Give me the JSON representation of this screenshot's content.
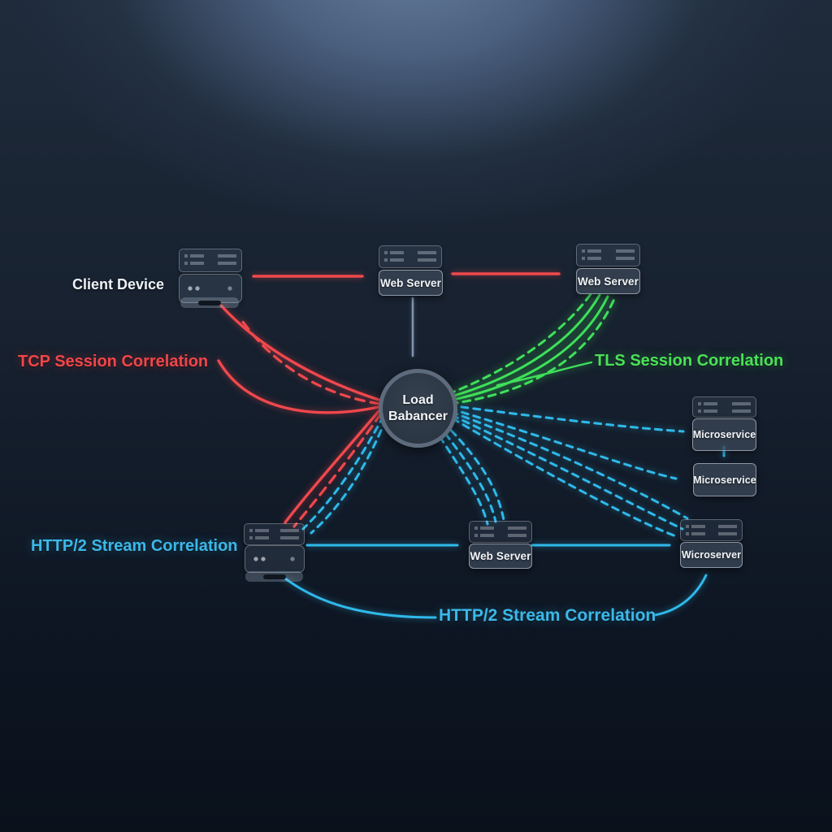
{
  "colors": {
    "red": "#f0484c",
    "green": "#3fe05a",
    "cyan": "#2fb9ea",
    "steel": "#7e93ac",
    "background_dark": "#0d1522",
    "spotlight": "#667c9c"
  },
  "nodes": {
    "client_device": {
      "label": "Client Device"
    },
    "web_server_top_mid": {
      "label": "Web Server"
    },
    "web_server_top_right": {
      "label": "Web Server"
    },
    "load_balancer": {
      "label": "Load Babancer"
    },
    "microservice_upper": {
      "label": "Microservice"
    },
    "microservice_lower": {
      "label": "Microservice"
    },
    "web_server_bottom": {
      "label": "Web Server"
    },
    "microserver_bottom_right": {
      "label": "Wicroserver"
    }
  },
  "annotations": {
    "tcp_session": {
      "label": "TCP Session Correlation",
      "color": "#f0484c"
    },
    "tls_session": {
      "label": "TLS Session Correlation",
      "color": "#3fe05a"
    },
    "http2_stream_left": {
      "label": "HTTP/2 Stream Correlation",
      "color": "#2fb9ea"
    },
    "http2_stream_bottom": {
      "label": "HTTP/2 Stream Correlation",
      "color": "#2fb9ea"
    }
  }
}
